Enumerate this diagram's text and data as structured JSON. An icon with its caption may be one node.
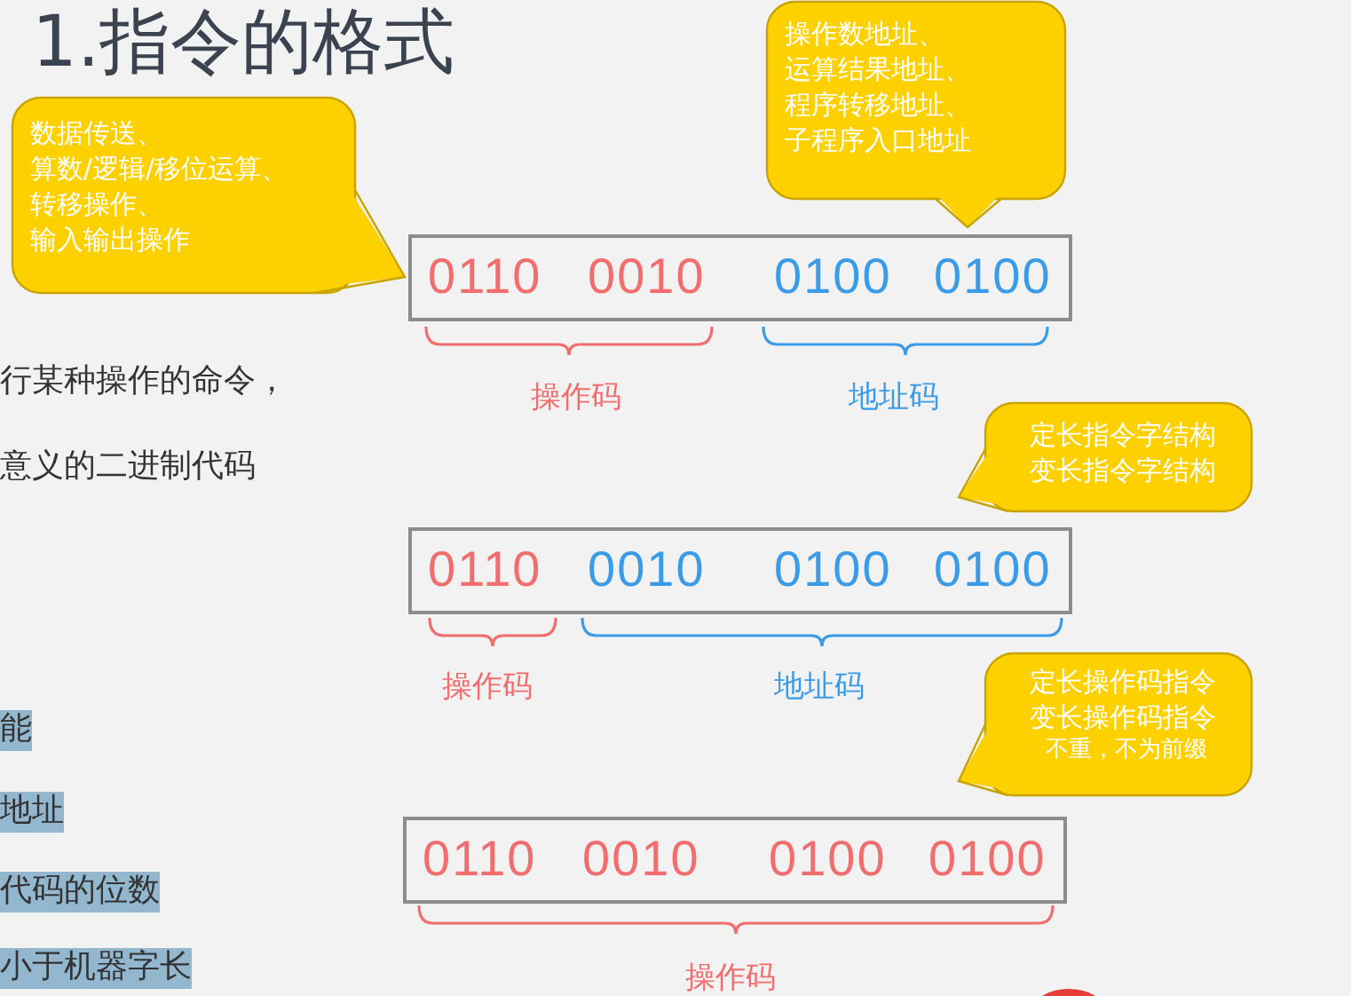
{
  "diagram": {
    "title": "1.指令的格式",
    "nodes": [
      {
        "text": [
          "数据传送、",
          "算数/逻辑/移位运算、",
          "转移操作、",
          "输入输出操作"
        ]
      },
      {
        "text": [
          "操作数地址、",
          "运算结果地址、",
          "程序转移地址、",
          "子程序入口地址"
        ]
      },
      {
        "text": [
          "0110",
          "0010",
          "0100",
          "0100"
        ]
      },
      {
        "text": [
          "定长指令字结构",
          "变长指令字结构"
        ]
      },
      {
        "text": [
          "0110",
          "0010",
          "0100",
          "0100"
        ]
      },
      {
        "text": [
          "定长操作码指令",
          "变长操作码指令",
          "不重，不为前缀"
        ]
      },
      {
        "text": [
          "0110",
          "0010",
          "0100",
          "0100"
        ]
      }
    ],
    "labels": [
      "行某种操作的命令，",
      "操作码",
      "地址码",
      "意义的二进制代码",
      "操作码",
      "地址码",
      "能",
      "地址",
      "代码的位数",
      "小于机器字长",
      "操作码"
    ]
  }
}
